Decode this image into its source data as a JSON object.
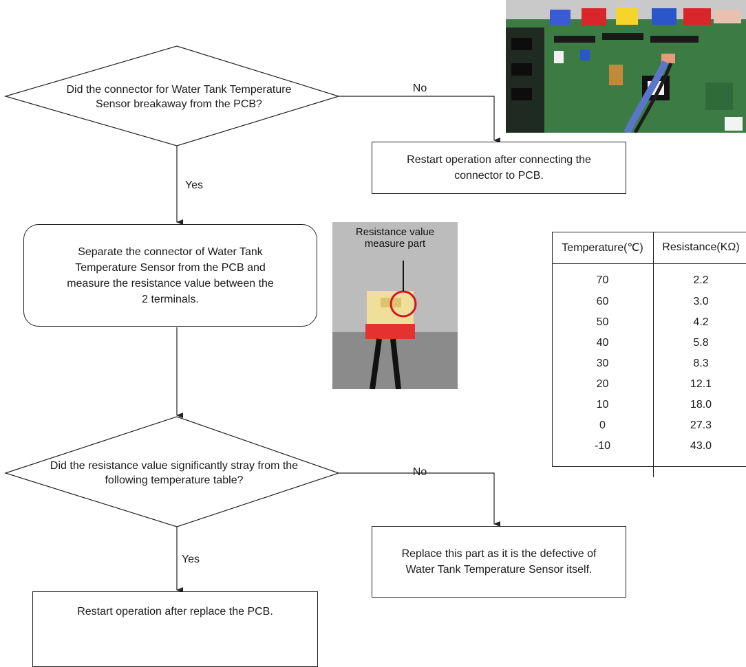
{
  "flow": {
    "q1": "Did the connector for  Water  Tank Temperature Sensor breakaway from the PCB?",
    "q1_no": "No",
    "q1_yes": "Yes",
    "box_restart_connect": "Restart operation after connecting the connector to PCB.",
    "box_separate": "Separate the connector of Water Tank Temperature Sensor from the PCB and measure the resistance value between the 2 terminals.",
    "q2": "Did the resistance value significantly stray from the following temperature table?",
    "q2_no": "No",
    "q2_yes": "Yes",
    "box_replace_part": "Replace this part as it is the defective of Water Tank Temperature Sensor itself.",
    "box_replace_pcb": "Restart operation after replace the PCB."
  },
  "photo2": {
    "caption_line1": "Resistance value",
    "caption_line2": "measure part"
  },
  "table": {
    "headers": [
      "Temperature(℃)",
      "Resistance(KΩ)"
    ],
    "rows": [
      [
        "70",
        "2.2"
      ],
      [
        "60",
        "3.0"
      ],
      [
        "50",
        "4.2"
      ],
      [
        "40",
        "5.8"
      ],
      [
        "30",
        "8.3"
      ],
      [
        "20",
        "12.1"
      ],
      [
        "10",
        "18.0"
      ],
      [
        "0",
        "27.3"
      ],
      [
        "-10",
        "43.0"
      ]
    ]
  }
}
